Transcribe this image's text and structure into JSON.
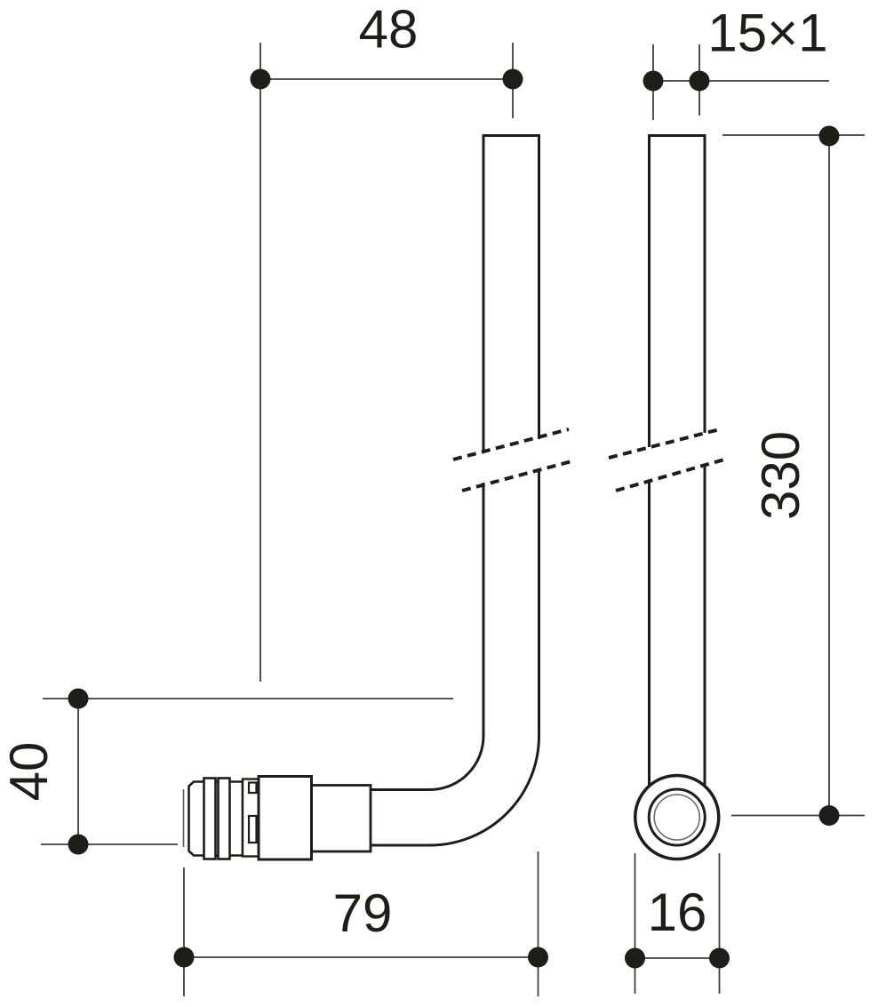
{
  "drawing": {
    "background": "#ffffff",
    "outline_color": "#1d1d1b",
    "dim_line_color": "#3f3f3f",
    "dot_color": "#1d1d1b",
    "text_color": "#1d1d1b",
    "bore_line_color": "#6a6a6a",
    "labels": {
      "top_width": "48",
      "pipe_dimension": "15×1",
      "pipe_length": "330",
      "connector_height": "40",
      "fitting_length": "79",
      "pipe_outer_diameter": "16"
    }
  }
}
